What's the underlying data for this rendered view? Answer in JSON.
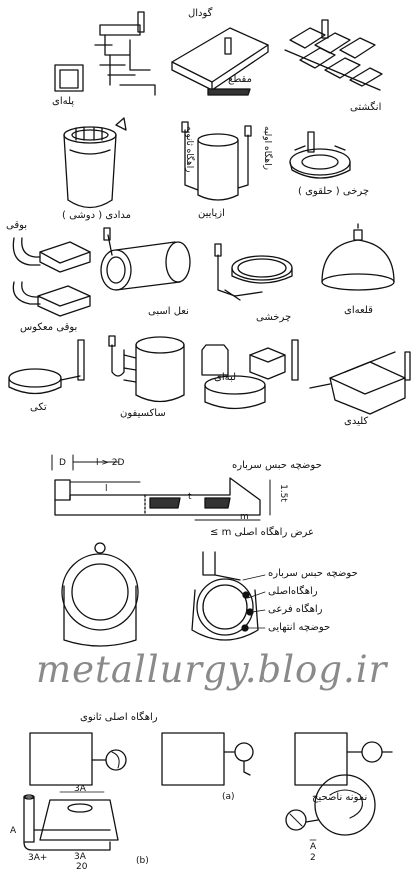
{
  "labels": {
    "goudal": "گودال",
    "maqta": "مقطع",
    "pele": "پله‌ای",
    "angoshti": "انگشتی",
    "madadi": "مدادی ( دوشی )",
    "azpayin": "ازپایین",
    "rahgah_sanaviye": "راهگاه ثانویه",
    "rahgah_avalie": "راهگاه اولیه",
    "charkhi_halqavi": "چرخی ( حلقوی )",
    "booqi": "بوقی",
    "booqi_makoos": "بوقی معکوس",
    "nal_asbi": "نعل اسبی",
    "charkhshi": "چرخشی",
    "qolee": "قلعه‌ای",
    "toki": "تکی",
    "saksifoni": "ساکسیفون",
    "labeyi": "لبه‌ای",
    "kelidi": "کلیدی",
    "houzche_habs": "حوضچه حبس سرباره",
    "arz_rahgah": "عرض راهگاه اصلی m ≥",
    "dim_D": "D",
    "dim_l": "l > 2D",
    "dim_l_small": "l",
    "dim_t": "t",
    "dim_15t": "1.5t",
    "dim_m": "m",
    "legend_houzche": "حوضچه حبس سرباره",
    "legend_asli": "راهگاه‌اصلی",
    "legend_farei": "راهگاه فرعی",
    "legend_entehayi": "حوضچه انتهایی",
    "rahgah_asli_sanavi": "راهگاه اصلی ثانوی",
    "tag_a": "(a)",
    "namoone": "نمونه ناصحیح",
    "dim_3A": "3A",
    "dim_A": "A",
    "dim_3Aplus": "3A+",
    "dim_3A20": "3A",
    "dim_20": "20",
    "tag_b": "(b)",
    "dim_A2_top": "A",
    "dim_A2_bot": "2"
  },
  "watermark": "metallurgy.blog.ir",
  "colors": {
    "ink": "#111111",
    "watermark": "#8a8a8a"
  }
}
